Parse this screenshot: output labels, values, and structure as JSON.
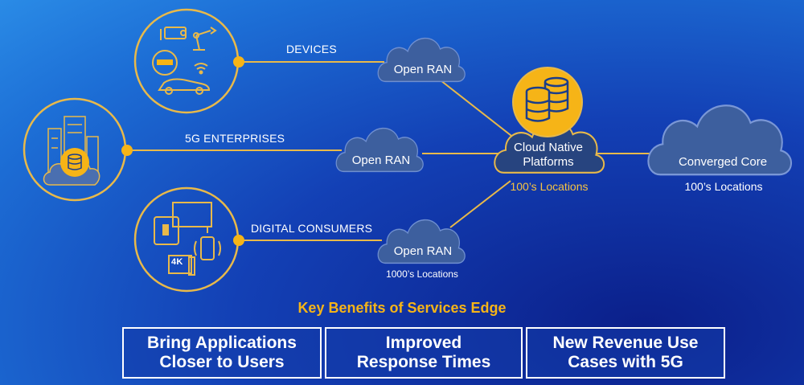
{
  "segments": {
    "devices": "DEVICES",
    "enterprises": "5G ENTERPRISES",
    "consumers": "DIGITAL CONSUMERS"
  },
  "clouds": {
    "ran_top": "Open RAN",
    "ran_mid": "Open RAN",
    "ran_bottom": "Open RAN",
    "cloud_native_line1": "Cloud Native",
    "cloud_native_line2": "Platforms",
    "core": "Converged Core"
  },
  "locations": {
    "cloud_native": "100’s Locations",
    "core": "100’s Locations",
    "ran": "1000’s Locations"
  },
  "icon_text": {
    "tv_4k": "4K"
  },
  "benefits": {
    "title": "Key Benefits of Services Edge",
    "items": [
      {
        "line1": "Bring Applications",
        "line2": "Closer to Users"
      },
      {
        "line1": "Improved",
        "line2": "Response Times"
      },
      {
        "line1": "New Revenue Use",
        "line2": "Cases with 5G"
      }
    ]
  },
  "colors": {
    "accent_gold": "#f6b417",
    "line_gold": "#e8b94a",
    "cloud_fill": "#3d5f9e",
    "highlight_cloud": "#27447f"
  }
}
